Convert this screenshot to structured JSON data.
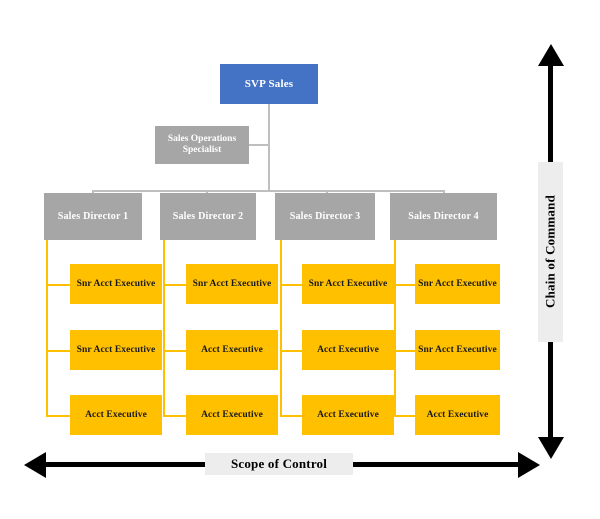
{
  "diagram": {
    "title_top": "SVP Sales",
    "staff_role": "Sales Operations Specialist",
    "axis_vertical": "Chain of Command",
    "axis_horizontal": "Scope of Control",
    "colors": {
      "top_box": "#4472C4",
      "director_box": "#A6A6A6",
      "staff_box": "#A6A6A6",
      "executive_box": "#FFC000",
      "connector_gray": "#BFBFBF",
      "connector_yellow": "#FFC000",
      "axis": "#000000",
      "axis_label_bg": "#EDEDED",
      "background": "#FFFFFF"
    },
    "columns": [
      {
        "director": "Sales Director 1",
        "reports": [
          "Snr Acct Executive",
          "Snr Acct Executive",
          "Acct Executive"
        ]
      },
      {
        "director": "Sales Director 2",
        "reports": [
          "Snr Acct Executive",
          "Acct Executive",
          "Acct Executive"
        ]
      },
      {
        "director": "Sales Director 3",
        "reports": [
          "Snr Acct Executive",
          "Acct Executive",
          "Acct Executive"
        ]
      },
      {
        "director": "Sales Director 4",
        "reports": [
          "Snr Acct Executive",
          "Snr Acct Executive",
          "Acct Executive"
        ]
      }
    ]
  }
}
